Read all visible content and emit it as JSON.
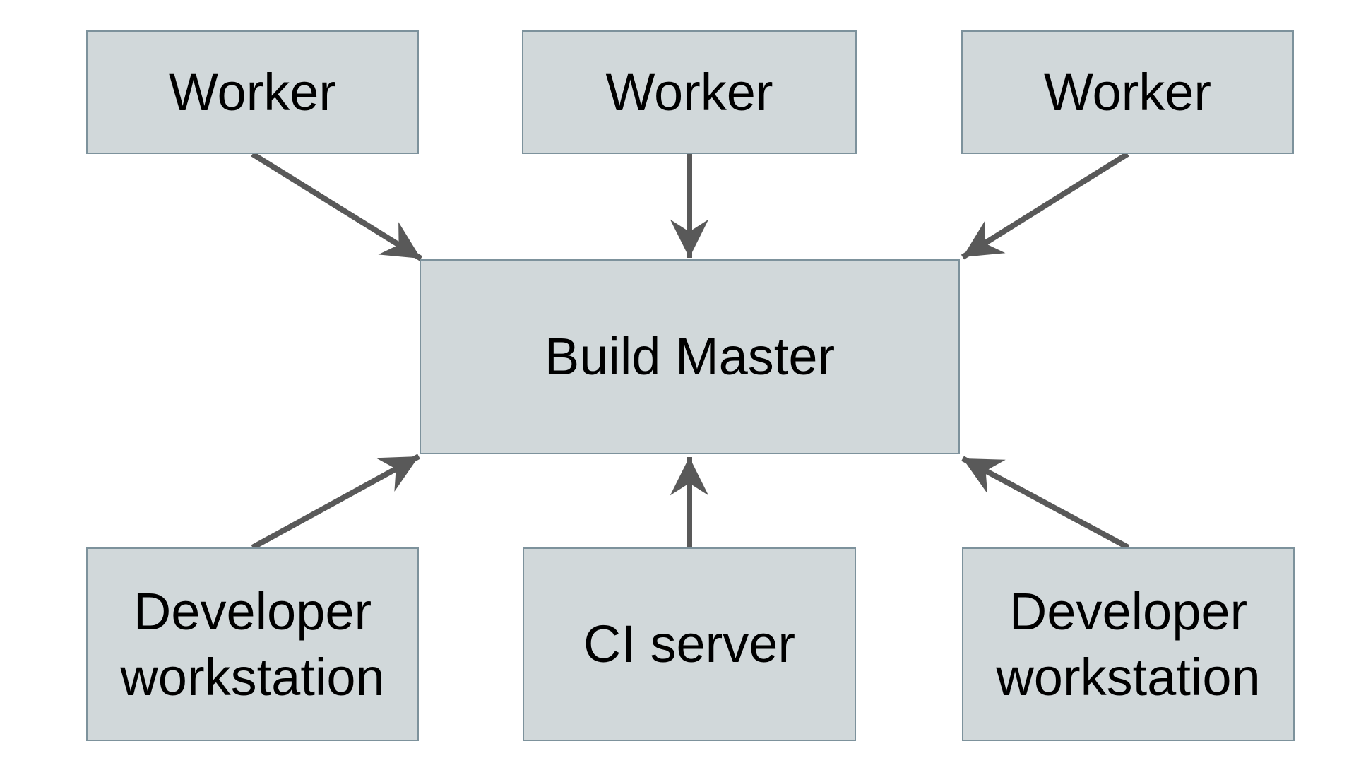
{
  "diagram": {
    "nodes": [
      {
        "id": "worker-left",
        "label": "Worker"
      },
      {
        "id": "worker-center",
        "label": "Worker"
      },
      {
        "id": "worker-right",
        "label": "Worker"
      },
      {
        "id": "build-master",
        "label": "Build Master"
      },
      {
        "id": "developer-workstation-left",
        "label": "Developer workstation"
      },
      {
        "id": "ci-server",
        "label": "CI server"
      },
      {
        "id": "developer-workstation-right",
        "label": "Developer workstation"
      }
    ],
    "edges": [
      {
        "from": "worker-left",
        "to": "build-master"
      },
      {
        "from": "worker-center",
        "to": "build-master"
      },
      {
        "from": "worker-right",
        "to": "build-master"
      },
      {
        "from": "developer-workstation-left",
        "to": "build-master"
      },
      {
        "from": "ci-server",
        "to": "build-master"
      },
      {
        "from": "developer-workstation-right",
        "to": "build-master"
      }
    ],
    "colors": {
      "background": "#ffffff",
      "node_fill": "#d1d8da",
      "node_border": "#7d929c",
      "arrow": "#595959",
      "text": "#000000"
    }
  }
}
